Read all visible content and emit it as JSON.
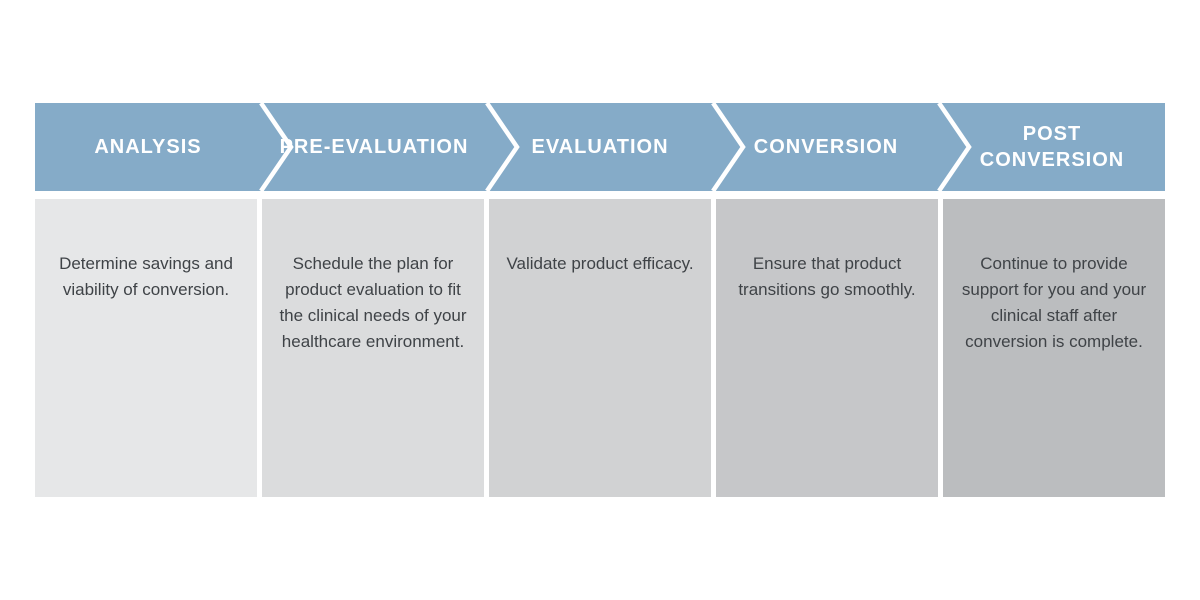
{
  "colors": {
    "header_bg": "#85ABC8",
    "header_text": "#FFFFFF",
    "body_text": "#3F4347",
    "stage_fills": [
      "#E6E7E8",
      "#DBDCDD",
      "#D1D2D3",
      "#C6C7C9",
      "#BBBDBF"
    ]
  },
  "stages": [
    {
      "title": "ANALYSIS",
      "description": "Determine savings and viability of conversion."
    },
    {
      "title": "PRE-EVALUATION",
      "description": "Schedule the plan for product evaluation to fit the clinical needs of your healthcare environment."
    },
    {
      "title": "EVALUATION",
      "description": "Validate product efficacy."
    },
    {
      "title": "CONVERSION",
      "description": "Ensure that product transitions go smoothly."
    },
    {
      "title": "POST\nCONVERSION",
      "description": "Continue to provide support for you and your clinical staff after conversion is complete."
    }
  ]
}
